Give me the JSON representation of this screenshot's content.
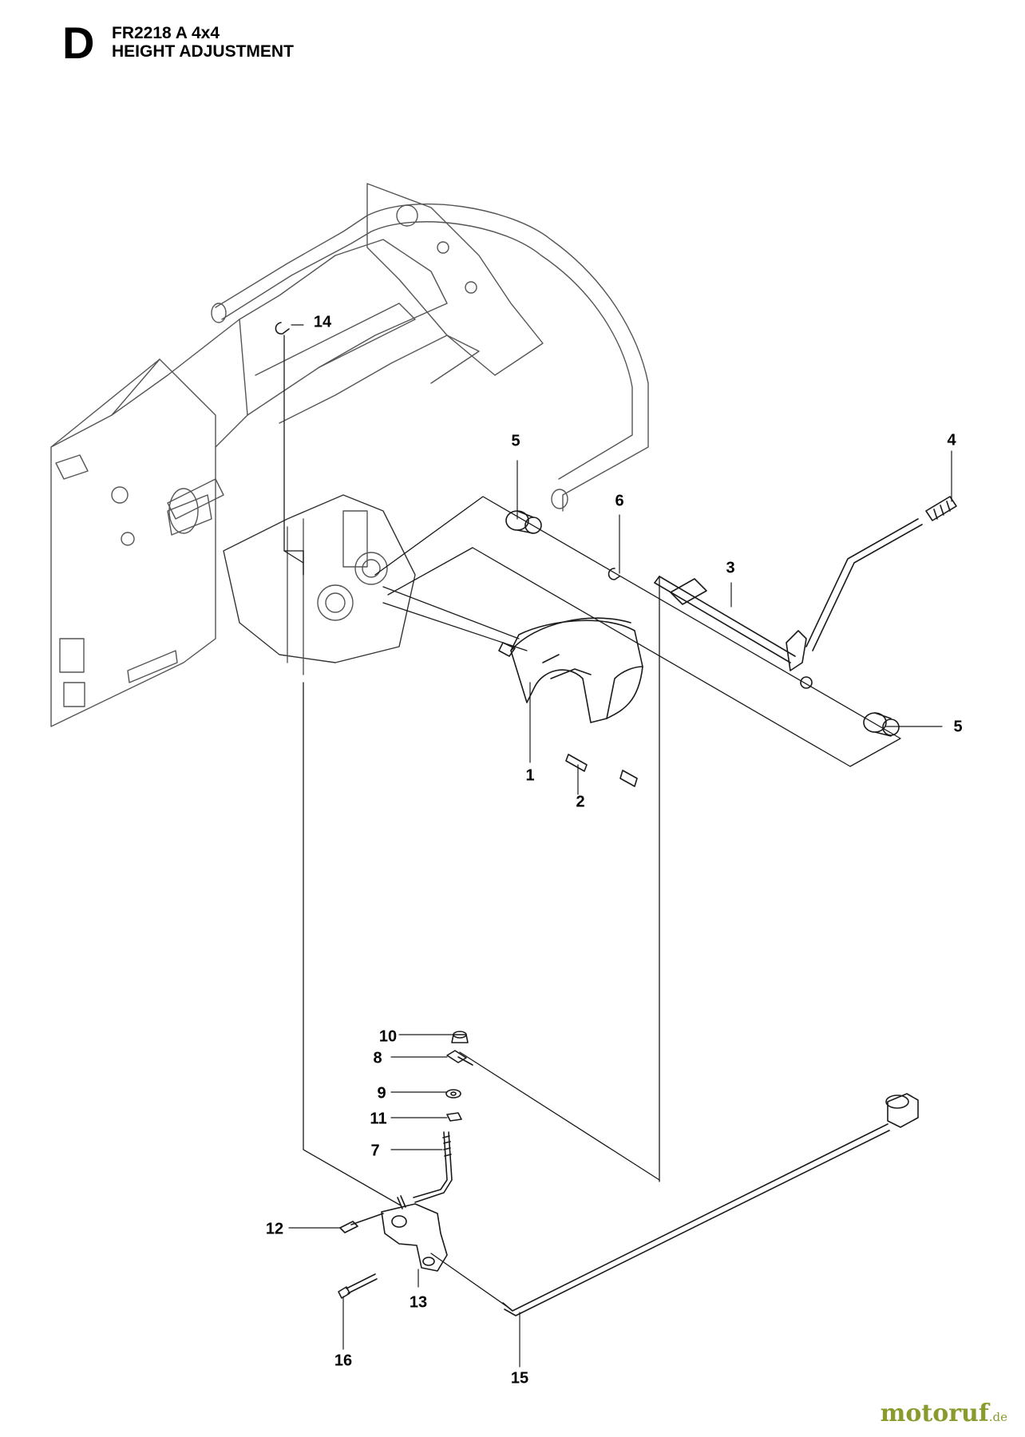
{
  "header": {
    "section_letter": "D",
    "model": "FR2218 A 4x4",
    "title": "HEIGHT ADJUSTMENT"
  },
  "callouts": {
    "c1": "1",
    "c2": "2",
    "c3": "3",
    "c4": "4",
    "c5a": "5",
    "c5b": "5",
    "c6": "6",
    "c7": "7",
    "c8": "8",
    "c9": "9",
    "c10": "10",
    "c11": "11",
    "c12": "12",
    "c13": "13",
    "c14": "14",
    "c15": "15",
    "c16": "16"
  },
  "watermark": {
    "name": "motoruf",
    "suffix": ".de"
  },
  "colors": {
    "line": "#1a1a1a",
    "watermark": "#8a9a2c"
  }
}
